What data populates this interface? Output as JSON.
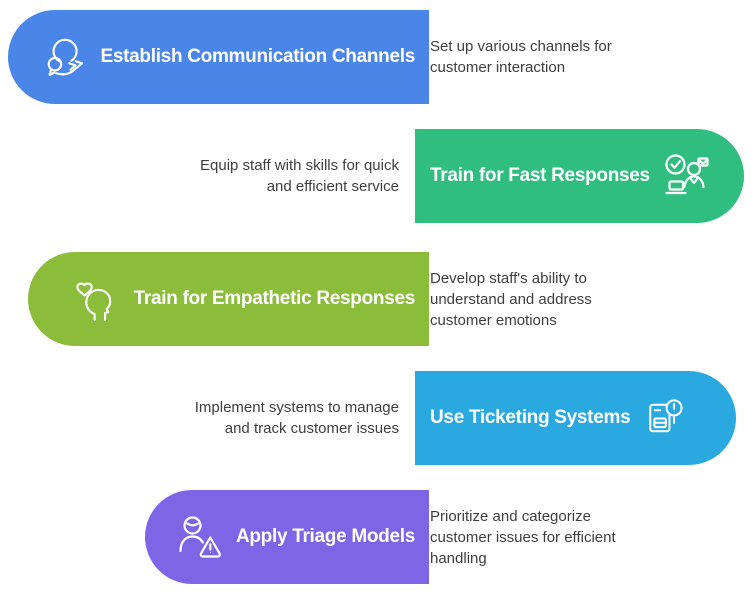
{
  "figure": {
    "type": "process-infographic",
    "background_color": "#FFFFFF",
    "title_text_color": "#FFFFFF",
    "description_text_color": "#3E3E3E"
  },
  "steps": [
    {
      "title": "Establish Communication Channels",
      "description_lines": [
        "Set up various channels for",
        "customer interaction"
      ],
      "color": "#4A85E8",
      "icon": "chat-forward-icon",
      "side": "left"
    },
    {
      "title": "Train for Fast Responses",
      "description_lines": [
        "Equip staff with skills for quick",
        "and efficient service"
      ],
      "color": "#2FBE80",
      "icon": "fast-response-agent-icon",
      "side": "right"
    },
    {
      "title": "Train for Empathetic Responses",
      "description_lines": [
        "Develop staff's ability to",
        "understand and address",
        "customer emotions"
      ],
      "color": "#8BBD3A",
      "icon": "empathy-head-heart-icon",
      "side": "left"
    },
    {
      "title": "Use Ticketing Systems",
      "description_lines": [
        "Implement systems to manage",
        "and track customer issues"
      ],
      "color": "#29A9DF",
      "icon": "ticket-alert-icon",
      "side": "right"
    },
    {
      "title": "Apply Triage Models",
      "description_lines": [
        "Prioritize and categorize",
        "customer issues for efficient",
        "handling"
      ],
      "color": "#7D65E6",
      "icon": "person-warning-icon",
      "side": "left"
    }
  ]
}
